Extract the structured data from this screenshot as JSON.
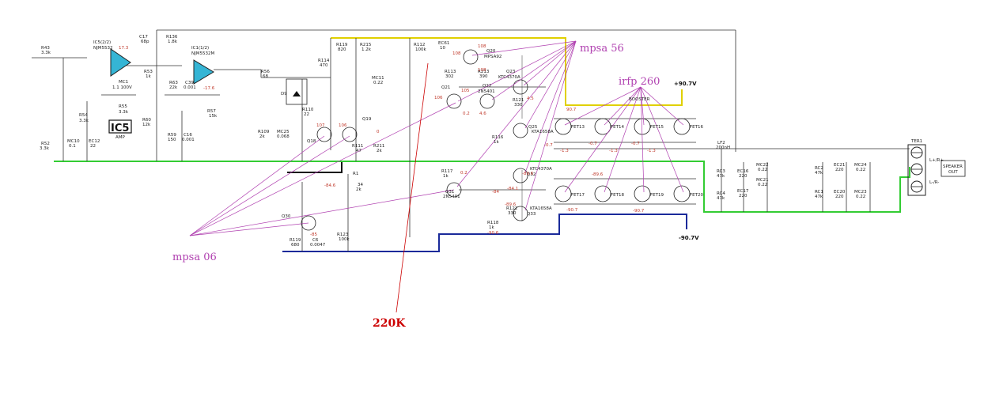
{
  "annotations": {
    "mpsa56": "mpsa 56",
    "irfp260": "irfp 260",
    "mpsa06": "mpsa 06",
    "r220k": "220K",
    "rail_pos": "+90.7V",
    "rail_neg": "-90.7V"
  },
  "ic_labels": {
    "ic5": "IC5",
    "amp": "AMP",
    "ic5_part": "IC5(2/2)",
    "ic5_chip": "NJM5532",
    "ic1_part": "IC1(1/2)",
    "ic1_chip": "NJM5532M"
  },
  "terminal": {
    "ter1": "TER1",
    "speaker": "SPEAKER",
    "out": "OUT",
    "lplus": "L+/R+",
    "lminus": "L-/R-"
  },
  "components": [
    {
      "id": "c_r43",
      "text": "R43"
    },
    {
      "id": "c_r43v",
      "text": "3.3k"
    },
    {
      "id": "c_r52",
      "text": "R52"
    },
    {
      "id": "c_r52v",
      "text": "3.3k"
    },
    {
      "id": "c_mc10",
      "text": "MC10"
    },
    {
      "id": "c_mc10v",
      "text": "0.1"
    },
    {
      "id": "c_ec12",
      "text": "EC12"
    },
    {
      "id": "c_ec12v",
      "text": "22"
    },
    {
      "id": "c_mc1",
      "text": "MC1"
    },
    {
      "id": "c_mc1v",
      "text": "1.1 100V"
    },
    {
      "id": "c_r54",
      "text": "R54"
    },
    {
      "id": "c_r54v",
      "text": "3.3k"
    },
    {
      "id": "c_r55",
      "text": "R55"
    },
    {
      "id": "c_r55v",
      "text": "3.3k"
    },
    {
      "id": "c_r53",
      "text": "R53"
    },
    {
      "id": "c_r53v",
      "text": "1k"
    },
    {
      "id": "c_c17",
      "text": "C17"
    },
    {
      "id": "c_c17v",
      "text": "68p"
    },
    {
      "id": "c_r136",
      "text": "R136"
    },
    {
      "id": "c_r136v",
      "text": "1.8k"
    },
    {
      "id": "c_r63",
      "text": "R63"
    },
    {
      "id": "c_r63v",
      "text": "22k"
    },
    {
      "id": "c_c39",
      "text": "C39"
    },
    {
      "id": "c_c39v",
      "text": "0.001"
    },
    {
      "id": "c_r57",
      "text": "R57"
    },
    {
      "id": "c_r57v",
      "text": "15k"
    },
    {
      "id": "c_r60",
      "text": "R60"
    },
    {
      "id": "c_r60v",
      "text": "12k"
    },
    {
      "id": "c_r59",
      "text": "R59"
    },
    {
      "id": "c_r59v",
      "text": "150"
    },
    {
      "id": "c_c16",
      "text": "C16"
    },
    {
      "id": "c_c16v",
      "text": "0.001"
    },
    {
      "id": "c_r56",
      "text": "R56"
    },
    {
      "id": "c_r56v",
      "text": "68"
    },
    {
      "id": "c_r109",
      "text": "R109"
    },
    {
      "id": "c_r109v",
      "text": "2k"
    },
    {
      "id": "c_mc25",
      "text": "MC25"
    },
    {
      "id": "c_mc25v",
      "text": "0.068"
    },
    {
      "id": "c_d9",
      "text": "D9"
    },
    {
      "id": "c_r110",
      "text": "R110"
    },
    {
      "id": "c_r110v",
      "text": "22"
    },
    {
      "id": "c_r114",
      "text": "R114"
    },
    {
      "id": "c_r114v",
      "text": "470"
    },
    {
      "id": "c_r119",
      "text": "R119"
    },
    {
      "id": "c_r119v",
      "text": "820"
    },
    {
      "id": "c_r215",
      "text": "R215"
    },
    {
      "id": "c_r215v",
      "text": "1.2k"
    },
    {
      "id": "c_q18",
      "text": "Q18"
    },
    {
      "id": "c_q19",
      "text": "Q19"
    },
    {
      "id": "c_r111",
      "text": "R111"
    },
    {
      "id": "c_r111v",
      "text": "47"
    },
    {
      "id": "c_r211",
      "text": "R211"
    },
    {
      "id": "c_r211v",
      "text": "2k"
    },
    {
      "id": "c_mc11",
      "text": "MC11"
    },
    {
      "id": "c_mc11v",
      "text": "0.22"
    },
    {
      "id": "c_r112",
      "text": "R112"
    },
    {
      "id": "c_r112v",
      "text": "100k"
    },
    {
      "id": "c_ec61",
      "text": "EC61"
    },
    {
      "id": "c_ec61v",
      "text": "10"
    },
    {
      "id": "c_q20",
      "text": "Q20"
    },
    {
      "id": "c_q20p",
      "text": "MPSA92"
    },
    {
      "id": "c_r113",
      "text": "R113"
    },
    {
      "id": "c_r113v",
      "text": "302"
    },
    {
      "id": "c_r213",
      "text": "R213"
    },
    {
      "id": "c_r213v",
      "text": "390"
    },
    {
      "id": "c_q21",
      "text": "Q21"
    },
    {
      "id": "c_q22",
      "text": "Q22"
    },
    {
      "id": "c_q22p",
      "text": "2N5401"
    },
    {
      "id": "c_q23",
      "text": "Q23"
    },
    {
      "id": "c_q23p",
      "text": "KTC4370A"
    },
    {
      "id": "c_r121",
      "text": "R121"
    },
    {
      "id": "c_r121v",
      "text": "330"
    },
    {
      "id": "c_q25",
      "text": "Q25"
    },
    {
      "id": "c_q25p",
      "text": "KTA1658A"
    },
    {
      "id": "c_r116",
      "text": "R116"
    },
    {
      "id": "c_r116v",
      "text": "1k"
    },
    {
      "id": "c_r117",
      "text": "R117"
    },
    {
      "id": "c_r117v",
      "text": "1k"
    },
    {
      "id": "c_q31",
      "text": "Q31"
    },
    {
      "id": "c_q31p",
      "text": "2N5401"
    },
    {
      "id": "c_q32",
      "text": "Q32"
    },
    {
      "id": "c_q32p",
      "text": "KTC4370A"
    },
    {
      "id": "c_r122",
      "text": "R122"
    },
    {
      "id": "c_r122v",
      "text": "330"
    },
    {
      "id": "c_q33",
      "text": "Q33"
    },
    {
      "id": "c_q33p",
      "text": "KTA1658A"
    },
    {
      "id": "c_r118",
      "text": "R118"
    },
    {
      "id": "c_r118v",
      "text": "1k"
    },
    {
      "id": "c_r1",
      "text": "R1"
    },
    {
      "id": "c_r1v",
      "text": "2k"
    },
    {
      "id": "c_r1n",
      "text": "34"
    },
    {
      "id": "c_q30",
      "text": "Q30"
    },
    {
      "id": "c_r119b",
      "text": "R119"
    },
    {
      "id": "c_r119bv",
      "text": "680"
    },
    {
      "id": "c_c6",
      "text": "C6"
    },
    {
      "id": "c_c6v",
      "text": "0.0047"
    },
    {
      "id": "c_r123",
      "text": "R123"
    },
    {
      "id": "c_r123v",
      "text": "100k"
    },
    {
      "id": "c_boost",
      "text": "BOOSTER"
    },
    {
      "id": "c_fet13",
      "text": "FET13"
    },
    {
      "id": "c_fet14",
      "text": "FET14"
    },
    {
      "id": "c_fet15",
      "text": "FET15"
    },
    {
      "id": "c_fet16",
      "text": "FET16"
    },
    {
      "id": "c_fet17",
      "text": "FET17"
    },
    {
      "id": "c_fet18",
      "text": "FET18"
    },
    {
      "id": "c_fet19",
      "text": "FET19"
    },
    {
      "id": "c_fet20",
      "text": "FET20"
    },
    {
      "id": "c_lf2",
      "text": "LF2"
    },
    {
      "id": "c_lf2v",
      "text": "200nH"
    },
    {
      "id": "c_rc3",
      "text": "RC3"
    },
    {
      "id": "c_rc3v",
      "text": "47k"
    },
    {
      "id": "c_rc4",
      "text": "RC4"
    },
    {
      "id": "c_rc4v",
      "text": "47k"
    },
    {
      "id": "c_ec16",
      "text": "EC16"
    },
    {
      "id": "c_ec16v",
      "text": "220"
    },
    {
      "id": "c_ec17",
      "text": "EC17"
    },
    {
      "id": "c_ec17v",
      "text": "220"
    },
    {
      "id": "c_mc22",
      "text": "MC22"
    },
    {
      "id": "c_mc22v",
      "text": "0.22"
    },
    {
      "id": "c_mc21",
      "text": "MC21"
    },
    {
      "id": "c_mc21v",
      "text": "0.22"
    },
    {
      "id": "c_rc2",
      "text": "RC2"
    },
    {
      "id": "c_rc2v",
      "text": "47k"
    },
    {
      "id": "c_rc1",
      "text": "RC1"
    },
    {
      "id": "c_rc1v",
      "text": "47k"
    },
    {
      "id": "c_ec21",
      "text": "EC21"
    },
    {
      "id": "c_ec21v",
      "text": "220"
    },
    {
      "id": "c_ec20",
      "text": "EC20"
    },
    {
      "id": "c_ec20v",
      "text": "220"
    },
    {
      "id": "c_mc24",
      "text": "MC24"
    },
    {
      "id": "c_mc24v",
      "text": "0.22"
    },
    {
      "id": "c_mc23",
      "text": "MC23"
    },
    {
      "id": "c_mc23v",
      "text": "0.22"
    }
  ],
  "voltages": [
    {
      "id": "v1",
      "text": "17.3"
    },
    {
      "id": "v2",
      "text": "-17.6"
    },
    {
      "id": "v3",
      "text": "107"
    },
    {
      "id": "v4",
      "text": "106"
    },
    {
      "id": "v5",
      "text": "0"
    },
    {
      "id": "v6",
      "text": "108"
    },
    {
      "id": "v7",
      "text": "108"
    },
    {
      "id": "v8",
      "text": "108"
    },
    {
      "id": "v9",
      "text": "106"
    },
    {
      "id": "v10",
      "text": "105"
    },
    {
      "id": "v11",
      "text": "0.2"
    },
    {
      "id": "v12",
      "text": "4.6"
    },
    {
      "id": "v13",
      "text": "4.5"
    },
    {
      "id": "v14",
      "text": "90.7"
    },
    {
      "id": "v15",
      "text": "-0.7"
    },
    {
      "id": "v16",
      "text": "-1.3"
    },
    {
      "id": "v17",
      "text": "-0.7"
    },
    {
      "id": "v18",
      "text": "-1.3"
    },
    {
      "id": "v19",
      "text": "-0.7"
    },
    {
      "id": "v20",
      "text": "-1.3"
    },
    {
      "id": "v21",
      "text": "0.2"
    },
    {
      "id": "v22",
      "text": "-84.6"
    },
    {
      "id": "v23",
      "text": "-84"
    },
    {
      "id": "v24",
      "text": "-84.1"
    },
    {
      "id": "v25",
      "text": "-89.6"
    },
    {
      "id": "v26",
      "text": "-89.6"
    },
    {
      "id": "v27",
      "text": "-90.7"
    },
    {
      "id": "v28",
      "text": "-85"
    },
    {
      "id": "v29",
      "text": "-89.6"
    },
    {
      "id": "v30",
      "text": "-90.6"
    },
    {
      "id": "v31",
      "text": "-90.7"
    }
  ]
}
